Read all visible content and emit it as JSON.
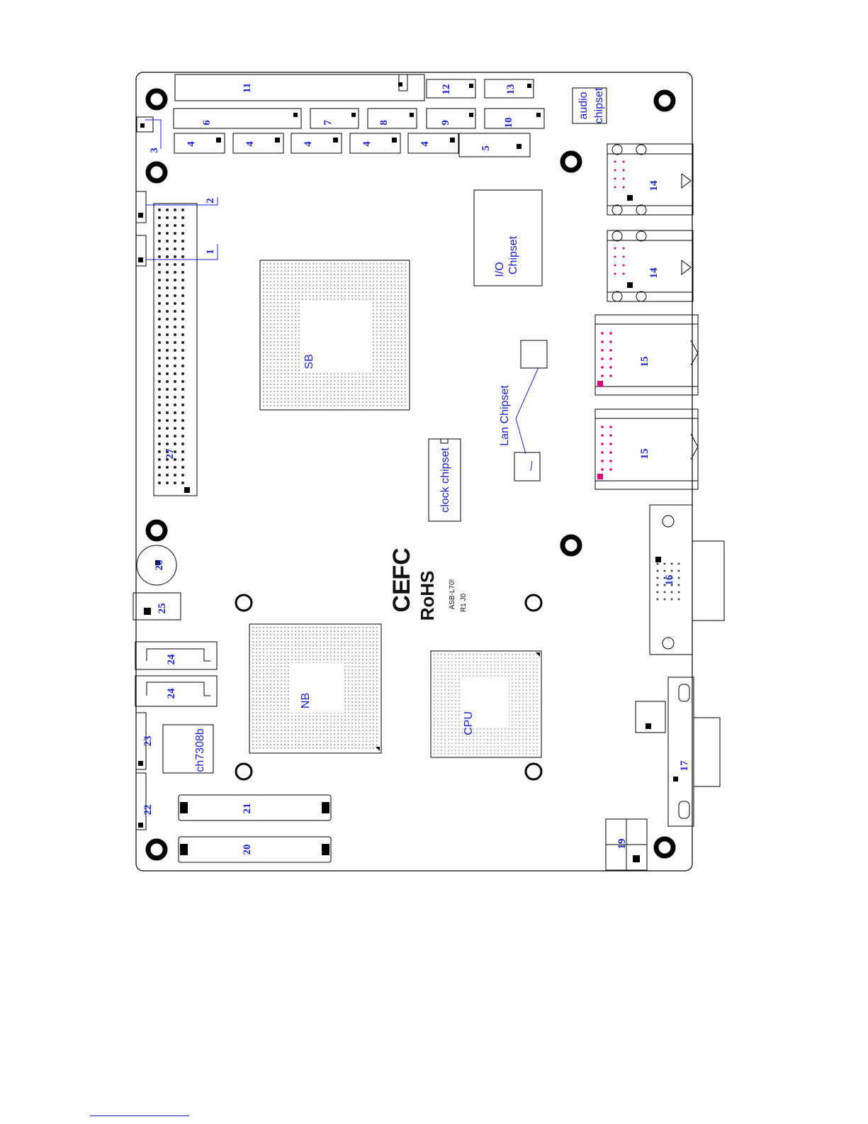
{
  "labels": {
    "connectors": [
      "1",
      "2",
      "3",
      "4",
      "5",
      "6",
      "7",
      "8",
      "9",
      "10",
      "11",
      "12",
      "13",
      "14",
      "15",
      "16",
      "17",
      "19",
      "20",
      "21",
      "22",
      "23",
      "24",
      "25",
      "26",
      "27"
    ],
    "chips": {
      "sb": "SB",
      "nb": "NB",
      "cpu": "CPU",
      "io": [
        "I/O",
        "Chipset"
      ],
      "lan": "Lan Chipset",
      "clock": "clock chipset",
      "audio": [
        "audio",
        "chipset"
      ],
      "ch7308b": "ch7308b"
    },
    "marks": {
      "ce": "CE",
      "fc": "FC",
      "rohs": "RoHS",
      "model": "ASB-L70!",
      "rev": "R1 J0"
    }
  },
  "colors": {
    "label": "#1a22cc",
    "outline": "#000000",
    "pin_accent": "#e0007a"
  }
}
